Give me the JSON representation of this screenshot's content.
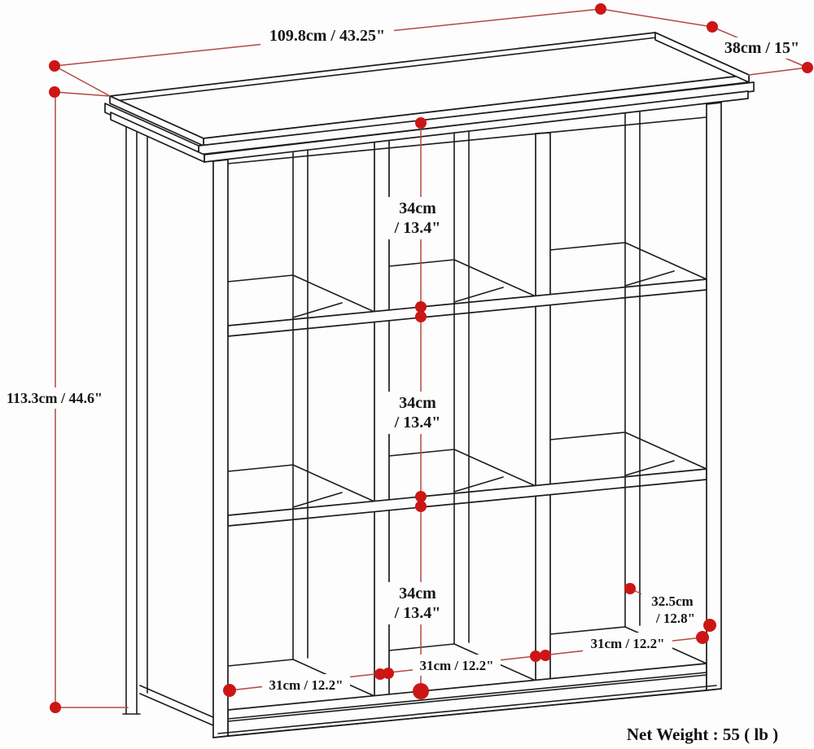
{
  "diagram": {
    "type": "furniture-dimension-diagram",
    "dimensions": {
      "width": "109.8cm / 43.25\"",
      "depth": "38cm / 15\"",
      "height": "113.3cm / 44.6\"",
      "cube_height_cm": "34cm",
      "cube_height_in": "/ 13.4\"",
      "cube_width": "31cm / 12.2\"",
      "cube_depth_cm": "32.5cm",
      "cube_depth_in": "/ 12.8\""
    },
    "net_weight": "Net Weight : 55 ( lb )",
    "colors": {
      "dimension_line": "#b24a42",
      "dimension_point": "#cc1616",
      "outline": "#1c1c1c",
      "background": "#fdfdfd"
    }
  }
}
